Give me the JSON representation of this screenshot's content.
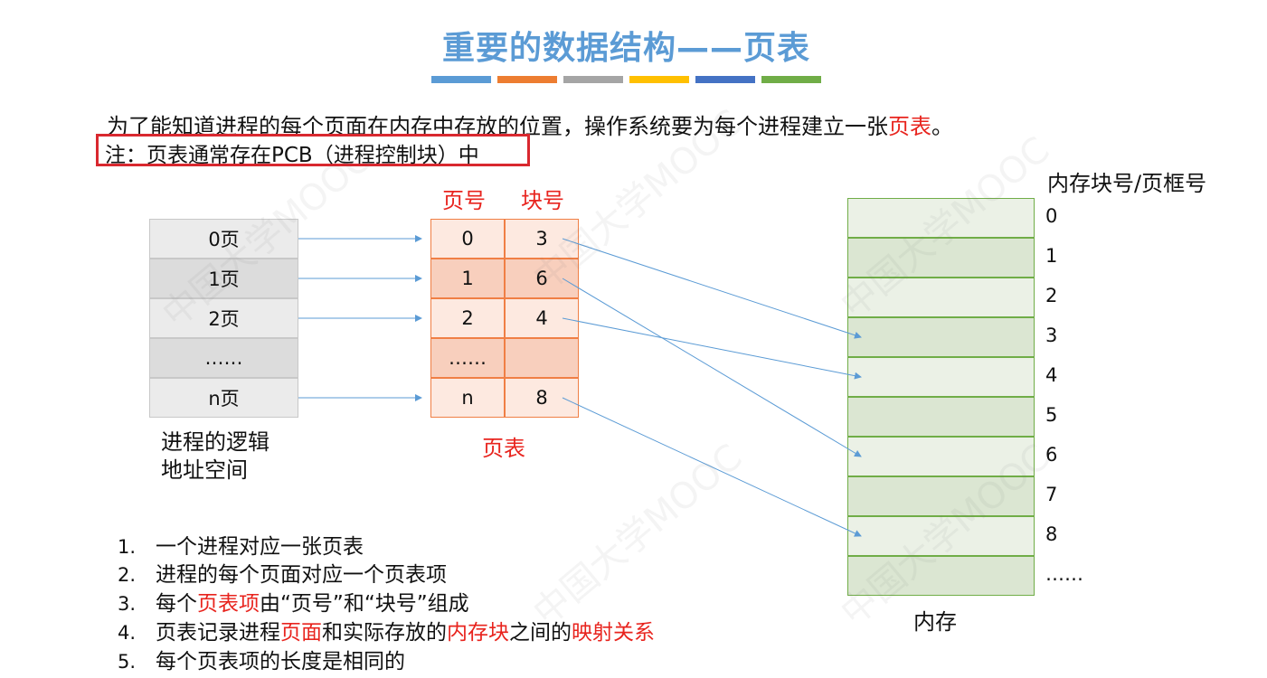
{
  "title": "重要的数据结构——页表",
  "title_bar_colors": [
    "#5b9bd5",
    "#ed7d31",
    "#a5a5a5",
    "#ffc000",
    "#4472c4",
    "#70ad47"
  ],
  "intro": {
    "text_before": "为了能知道进程的每个页面在内存中存放的位置，操作系统要为每个进程建立一张",
    "highlight": "页表",
    "text_after": "。"
  },
  "note": "注：页表通常存在PCB（进程控制块）中",
  "logical_space": {
    "rows": [
      "0页",
      "1页",
      "2页",
      "……",
      "n页"
    ],
    "label_line1": "进程的逻辑",
    "label_line2": "地址空间"
  },
  "page_table": {
    "header_page": "页号",
    "header_block": "块号",
    "rows": [
      {
        "page": "0",
        "block": "3"
      },
      {
        "page": "1",
        "block": "6"
      },
      {
        "page": "2",
        "block": "4"
      },
      {
        "page": "……",
        "block": ""
      },
      {
        "page": "n",
        "block": "8"
      }
    ],
    "label": "页表"
  },
  "memory": {
    "header": "内存块号/页框号",
    "frames": [
      "0",
      "1",
      "2",
      "3",
      "4",
      "5",
      "6",
      "7",
      "8",
      "……"
    ],
    "label": "内存",
    "fill_light": "#ebf1e6",
    "fill_dark": "#dbe6d2"
  },
  "mappings": [
    {
      "page": "0",
      "frame": "3"
    },
    {
      "page": "1",
      "frame": "6"
    },
    {
      "page": "2",
      "frame": "4"
    },
    {
      "page": "n",
      "frame": "8"
    }
  ],
  "list": [
    {
      "num": "1.",
      "parts": [
        {
          "t": "一个进程对应一张页表",
          "red": false
        }
      ]
    },
    {
      "num": "2.",
      "parts": [
        {
          "t": "进程的每个页面对应一个页表项",
          "red": false
        }
      ]
    },
    {
      "num": "3.",
      "parts": [
        {
          "t": "每个",
          "red": false
        },
        {
          "t": "页表项",
          "red": true
        },
        {
          "t": "由“页号”和“块号”组成",
          "red": false
        }
      ]
    },
    {
      "num": "4.",
      "parts": [
        {
          "t": "页表记录进程",
          "red": false
        },
        {
          "t": "页面",
          "red": true
        },
        {
          "t": "和实际存放的",
          "red": false
        },
        {
          "t": "内存块",
          "red": true
        },
        {
          "t": "之间的",
          "red": false
        },
        {
          "t": "映射关系",
          "red": true
        }
      ]
    },
    {
      "num": "5.",
      "parts": [
        {
          "t": "每个页表项的长度是相同的",
          "red": false
        }
      ]
    }
  ],
  "colors": {
    "accent_red": "#e8241e",
    "title_blue": "#5b9bd5",
    "arrow_blue": "#5b9bd5",
    "table_border": "#f07f45",
    "memory_border": "#70ad47"
  }
}
